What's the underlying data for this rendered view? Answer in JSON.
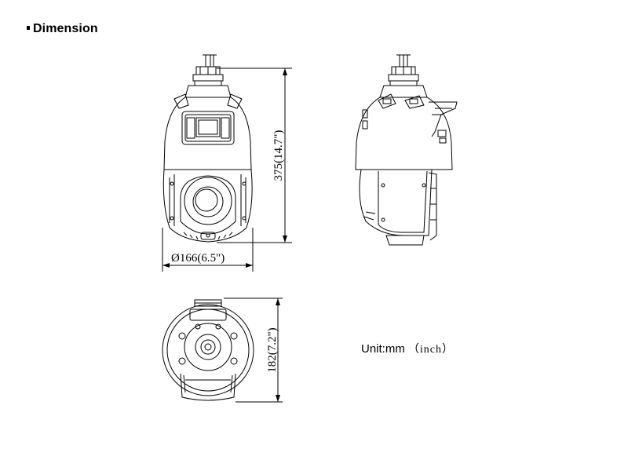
{
  "section": {
    "title": "Dimension"
  },
  "dimensions": {
    "height_label": "375(14.7\")",
    "width_label": "Ø166(6.5\")",
    "bottom_height_label": "182(7.2\")"
  },
  "units": {
    "primary": "Unit:mm",
    "secondary": "（inch）"
  },
  "views": {
    "front_icon": "camera-front-view-icon",
    "side_icon": "camera-side-view-icon",
    "bottom_icon": "camera-bottom-view-icon"
  },
  "colors": {
    "line": "#000000",
    "background": "#ffffff"
  }
}
